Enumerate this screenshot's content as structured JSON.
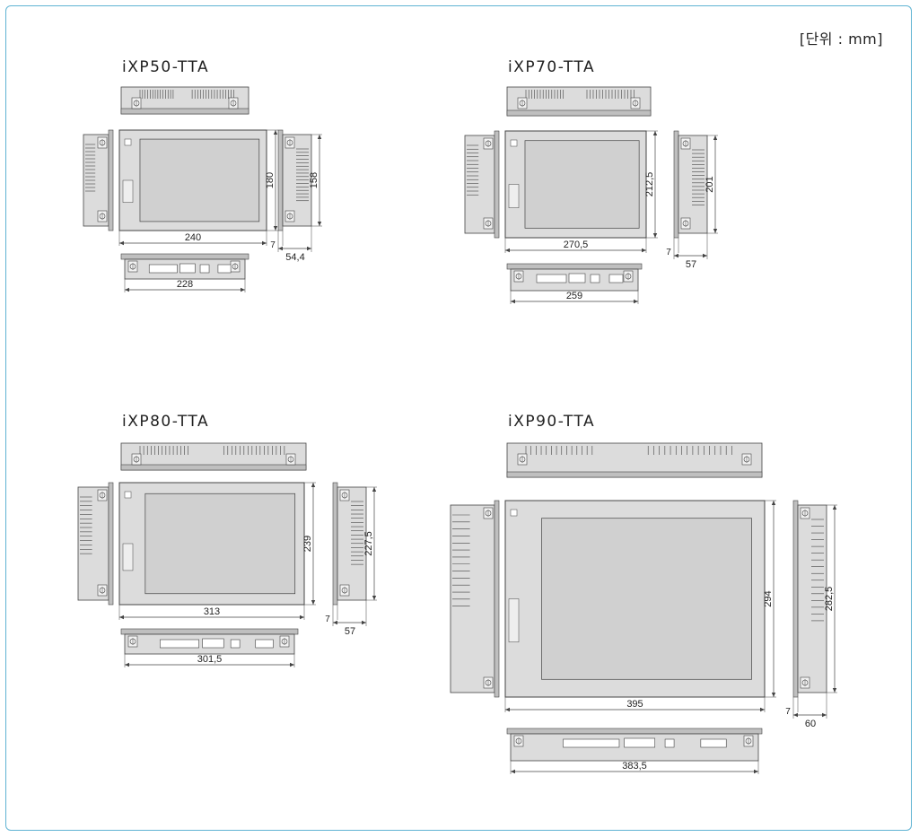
{
  "unit_label": "[단위 : mm]",
  "models": [
    {
      "title": "iXP50-TTA",
      "width": "240",
      "height": "180",
      "side_height": "158",
      "depth": "54,4",
      "bezel": "7",
      "bottom_width": "228"
    },
    {
      "title": "iXP70-TTA",
      "width": "270,5",
      "height": "212,5",
      "side_height": "201",
      "depth": "57",
      "bezel": "7",
      "bottom_width": "259"
    },
    {
      "title": "iXP80-TTA",
      "width": "313",
      "height": "239",
      "side_height": "227,5",
      "depth": "57",
      "bezel": "7",
      "bottom_width": "301,5"
    },
    {
      "title": "iXP90-TTA",
      "width": "395",
      "height": "294",
      "side_height": "282,5",
      "depth": "60",
      "bezel": "7",
      "bottom_width": "383,5"
    }
  ],
  "colors": {
    "frame": "#5fb3d3",
    "panel": "#dcdcdc",
    "screen": "#d0d0d0",
    "line": "#444444"
  }
}
